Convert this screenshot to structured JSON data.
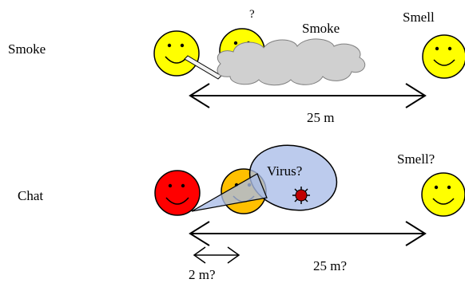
{
  "rows": {
    "smoke": {
      "label": "Smoke",
      "question_mark": "?",
      "cloud_label": "Smoke",
      "receiver_label": "Smell",
      "distance_label": "25 m"
    },
    "chat": {
      "label": "Chat",
      "bubble_label": "Virus?",
      "receiver_label": "Smell?",
      "distance_label": "25 m?",
      "near_distance_label": "2 m?"
    }
  },
  "colors": {
    "yellow_face": "#FFFF00",
    "red_face": "#FF0000",
    "orange_face": "#FFC000",
    "smoke_cloud": "#D0D0D0",
    "virus_bubble": "#A9BDE8",
    "virus_icon": "#C00000",
    "cigarette": "#F2F2F2",
    "stroke": "#000000"
  },
  "icons": [
    "smiley-face",
    "cigarette",
    "smoke-cloud",
    "virus",
    "double-arrow"
  ]
}
